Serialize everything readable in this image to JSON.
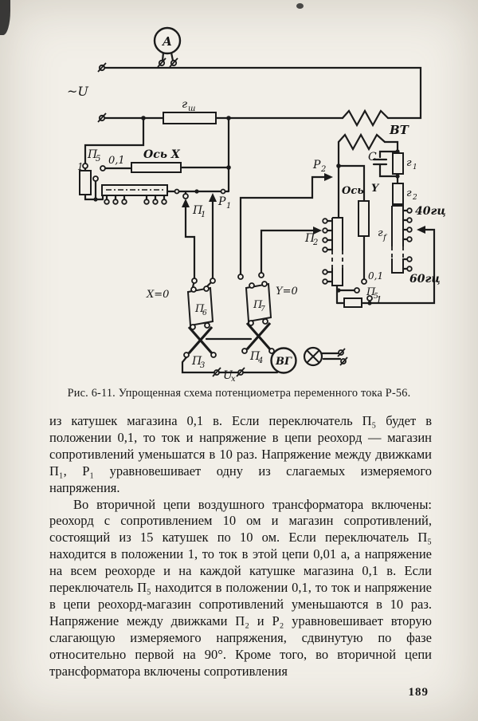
{
  "figure": {
    "caption": "Рис. 6-11. Упрощенная схема потенциометра переменного тока Р-56.",
    "schematic": {
      "ammeter": "А",
      "source_voltage": "~U",
      "shunt_r": "г",
      "shunt_r_sub": "ш",
      "axis_x": "Ось Х",
      "pos1_left": "1",
      "p5_left": "П",
      "p5_left_sub": "5",
      "pos01_left": "0,1",
      "p1": "П",
      "p1_sub": "1",
      "slider_r1": "Р",
      "slider_r1_sub": "1",
      "x_zero": "Х=0",
      "p6": "П",
      "p6_sub": "6",
      "p3": "П",
      "p3_sub": "3",
      "galvanometer": "ВГ",
      "ux": "U",
      "ux_sub": "x",
      "p7": "П",
      "p7_sub": "7",
      "y_zero": "Y=0",
      "p4": "П",
      "p4_sub": "4",
      "transformer": "ВТ",
      "slider_r2": "Р",
      "slider_r2_sub": "2",
      "p2": "П",
      "p2_sub": "2",
      "axis_y_1": "Ось",
      "axis_y_2": "Y",
      "capacitor": "С",
      "r1": "г",
      "r1_sub": "1",
      "r2": "г",
      "r2_sub": "2",
      "rf": "г",
      "rf_sub": "f",
      "freq40": "40гц",
      "freq60": "60гц",
      "pos01_right": "0,1",
      "p5_right": "П",
      "p5_right_sub": "5",
      "pos1_right": "1"
    }
  },
  "body": {
    "paragraphs": [
      "из катушек магазина 0,1 в. Если переключатель П₅ будет в положении 0,1, то ток и напряжение в цепи реохорд — магазин сопротивлений уменьшатся в 10 раз. Напряжение между движками П₁, Р₁ уравновешивает одну из слагаемых измеряемого напряжения.",
      "Во вторичной цепи воздушного трансформатора включены: реохорд с сопротивлением 10 ом и магазин сопротивлений, состоящий из 15 катушек по 10 ом. Если переключатель П₅ находится в положении 1, то ток в этой цепи 0,01 а, а напряжение на всем реохорде и на каждой катушке магазина 0,1 в. Если переключатель П₅ находится в положении 0,1, то ток и напряжение в цепи реохорд-магазин сопротивлений уменьшаются в 10 раз. Напряжение между движками П₂ и Р₂ уравновешивает вторую слагающую измеряемого напряжения, сдвинутую по фазе относительно первой на 90°. Кроме того, во вторичной цепи трансформатора включены сопротивления"
    ]
  },
  "page": {
    "number": "189"
  }
}
